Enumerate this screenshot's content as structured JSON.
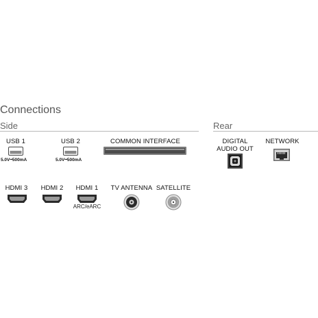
{
  "title": "Connections",
  "sections": {
    "side": "Side",
    "rear": "Rear"
  },
  "ports": {
    "usb1": {
      "label": "USB 1",
      "volt": "5.0V",
      "current": "500mA",
      "dc": "⎓"
    },
    "usb2": {
      "label": "USB 2",
      "volt": "5.0V",
      "current": "500mA",
      "dc": "⎓"
    },
    "ci": {
      "label": "COMMON INTERFACE"
    },
    "hdmi3": {
      "label": "HDMI 3"
    },
    "hdmi2": {
      "label": "HDMI 2"
    },
    "hdmi1": {
      "label": "HDMI 1",
      "sub": "ARC/eARC"
    },
    "tv_antenna": {
      "label": "TV ANTENNA"
    },
    "satellite": {
      "label": "SATELLITE"
    },
    "digital_audio": {
      "label_line1": "DIGITAL",
      "label_line2": "AUDIO OUT"
    },
    "network": {
      "label": "NETWORK"
    }
  },
  "icons": {
    "usb": "usb-port-icon",
    "ci": "ci-slot-icon",
    "hdmi": "hdmi-port-icon",
    "coax": "coax-antenna-icon",
    "sat": "satellite-f-connector-icon",
    "optical": "optical-audio-icon",
    "ethernet": "ethernet-port-icon"
  },
  "colors": {
    "port_fill": "#7a7a7a",
    "port_dark": "#2a2a2a",
    "rule": "#b8b8b8"
  }
}
